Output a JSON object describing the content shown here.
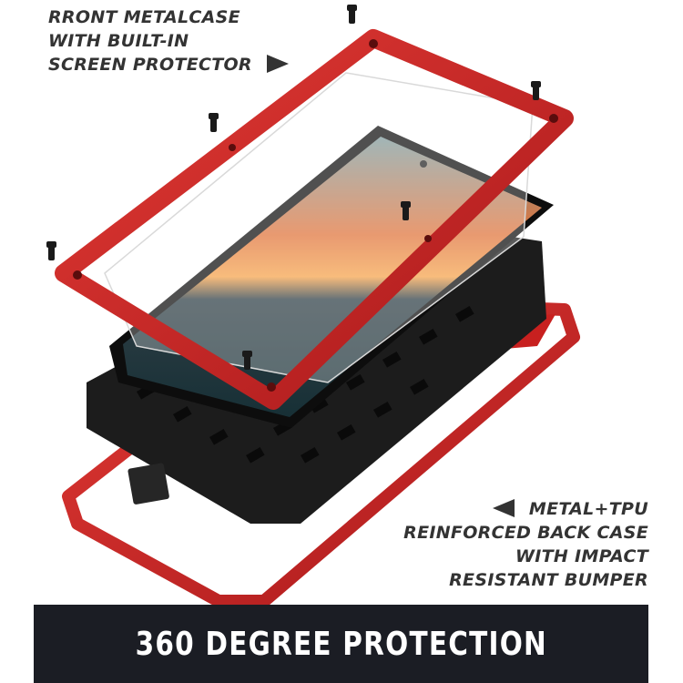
{
  "callouts": {
    "front": {
      "lines": [
        "RRONT METALCASE",
        "WITH BUILT-IN",
        "SCREEN PROTECTOR"
      ],
      "arrow": "arrow-right-icon"
    },
    "back": {
      "lines": [
        "METAL+TPU",
        "REINFORCED BACK CASE",
        "WITH IMPACT",
        "RESISTANT BUMPER"
      ],
      "arrow": "arrow-left-icon"
    }
  },
  "banner": {
    "text": "360 DEGREE PROTECTION",
    "background": "#1b1d24",
    "color": "#ffffff"
  },
  "colors": {
    "case_red": "#c8201f",
    "case_dark_red": "#8e1414",
    "tpu_black": "#1a1a1a",
    "label_gray": "#333333"
  },
  "product": {
    "layers": [
      "front-metal-frame",
      "screen-protector",
      "phone",
      "tpu-back-case",
      "metal-bumper"
    ],
    "screws_visible": 6
  }
}
